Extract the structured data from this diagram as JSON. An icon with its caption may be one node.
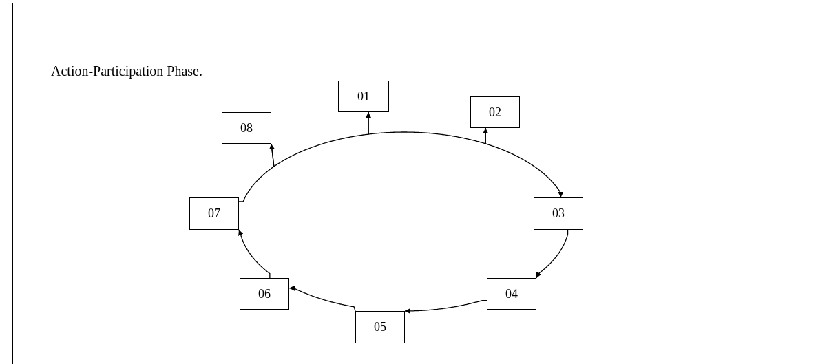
{
  "diagram": {
    "title": "Action-Participation Phase.",
    "nodes": [
      {
        "text": [
          "01"
        ]
      },
      {
        "text": [
          "02"
        ]
      },
      {
        "text": [
          "03"
        ]
      },
      {
        "text": [
          "04"
        ]
      },
      {
        "text": [
          "05"
        ]
      },
      {
        "text": [
          "06"
        ]
      },
      {
        "text": [
          "07"
        ]
      },
      {
        "text": [
          "08"
        ]
      }
    ],
    "edges": [
      {
        "from": 7,
        "to": 0,
        "arrow": "to"
      },
      {
        "from": 0,
        "to": 1,
        "arrow": "to"
      },
      {
        "from": 1,
        "to": 2,
        "arrow": "to"
      },
      {
        "from": 2,
        "to": 3,
        "arrow": "to"
      },
      {
        "from": 3,
        "to": 4,
        "arrow": "to"
      },
      {
        "from": 4,
        "to": 5,
        "arrow": "to"
      },
      {
        "from": 5,
        "to": 6,
        "arrow": "to"
      },
      {
        "from": 6,
        "to": 7,
        "arrow": "to"
      }
    ]
  }
}
